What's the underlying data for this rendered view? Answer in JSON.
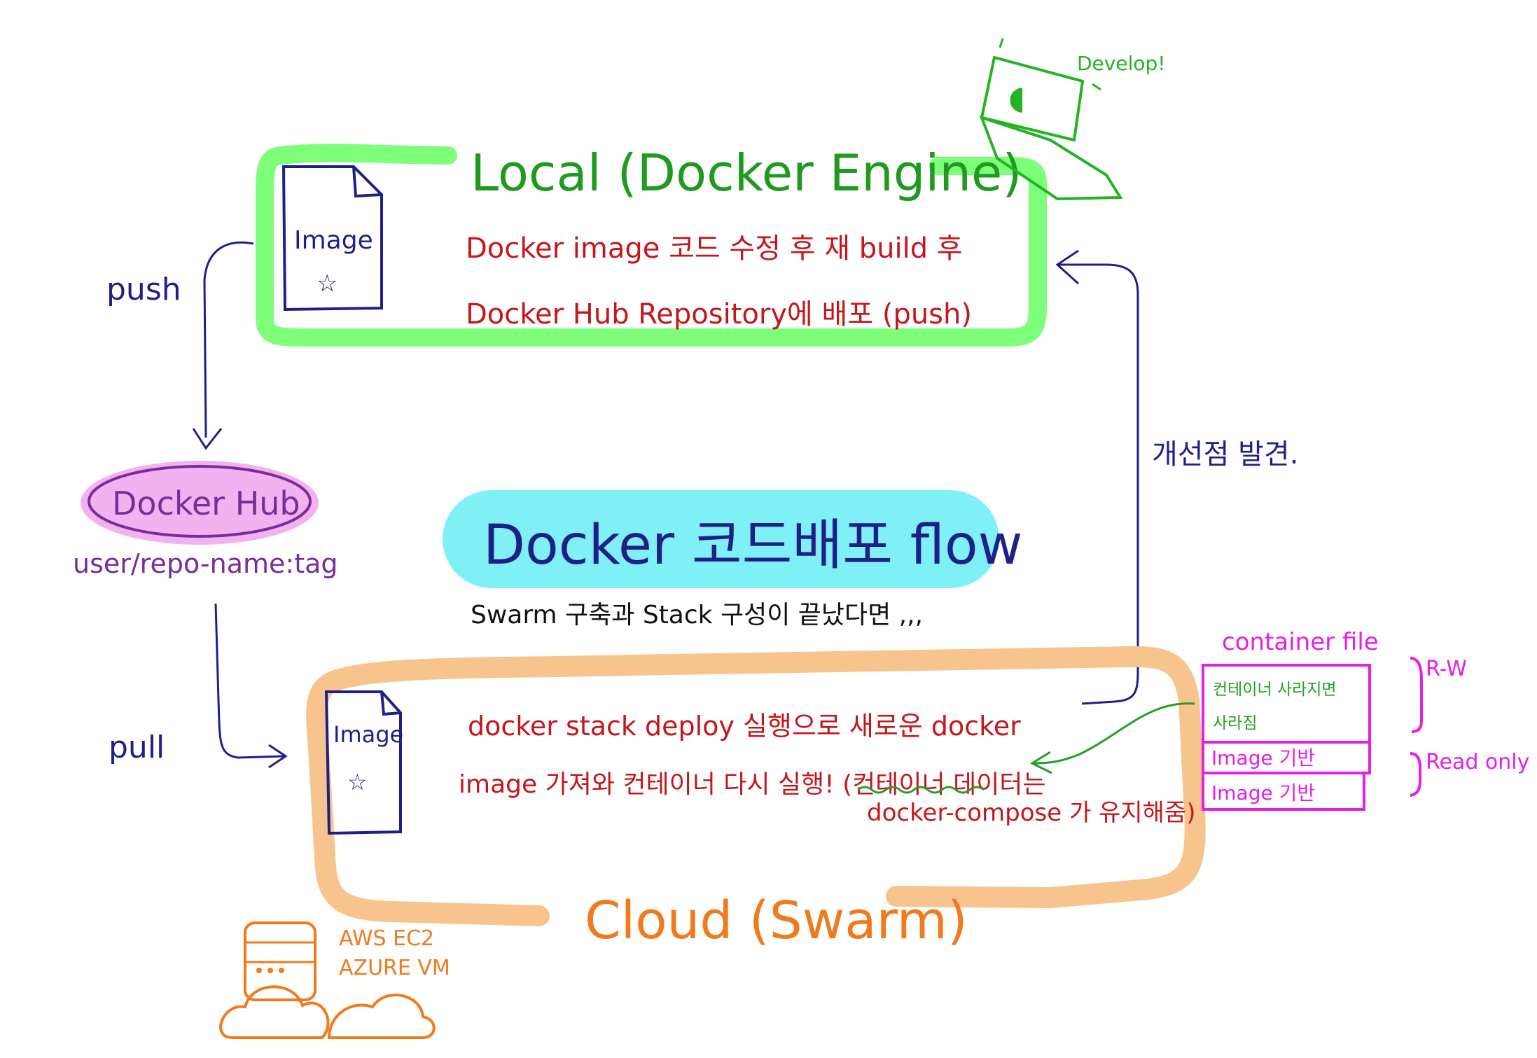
{
  "local": {
    "title": "Local (Docker Engine)",
    "line1": "Docker image 코드 수정 후 재 build 후",
    "line2": "Docker Hub Repository에 배포 (push)"
  },
  "develop": {
    "label": "Develop!"
  },
  "image_icon": {
    "label": "Image"
  },
  "push": {
    "label": "push"
  },
  "pull": {
    "label": "pull"
  },
  "docker_hub": {
    "label": "Docker Hub",
    "repo": "user/repo-name:tag"
  },
  "center": {
    "title": "Docker 코드배포 flow",
    "subtitle": "Swarm 구축과 Stack 구성이 끝났다면 ,,,"
  },
  "improve": {
    "label": "개선점 발견."
  },
  "cloud": {
    "title": "Cloud (Swarm)",
    "line1": "docker stack deploy 실행으로 새로운 docker",
    "line2": "image 가져와 컨테이너 다시 실행! (컨테이너 데이터는",
    "line3": "docker-compose 가 유지해줌)"
  },
  "server": {
    "line1": "AWS EC2",
    "line2": "AZURE VM"
  },
  "container_file": {
    "title": "container file",
    "rw_cell": "컨테이너 사라지면 사라짐",
    "rw_cell_a": "컨테이너 사라지면",
    "rw_cell_b": "사라짐",
    "layer1": "Image 기반",
    "layer2": "Image 기반",
    "rw_label": "R-W",
    "ro_label": "Read only"
  },
  "colors": {
    "local": "#7dff7a",
    "local_text": "#1f9a1f",
    "red_text": "#c4161c",
    "navy": "#1f1f8a",
    "hub_fill": "#f0a3ec",
    "hub_text": "#7b2c9a",
    "center_fill": "#7ff0f6",
    "cloud": "#f8c48e",
    "cloud_text": "#f07a1c",
    "magenta": "#e61ee6",
    "green_dev": "#22b422"
  }
}
